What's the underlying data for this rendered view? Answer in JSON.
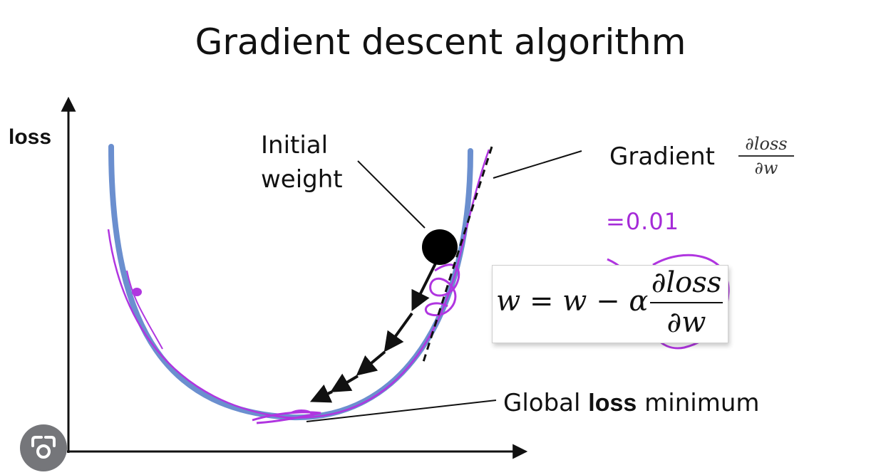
{
  "title": "Gradient descent algorithm",
  "axes": {
    "y_label": "loss"
  },
  "labels": {
    "initial_weight_line1": "Initial",
    "initial_weight_line2": "weight",
    "gradient": "Gradient",
    "global_min_prefix": "Global",
    "global_min_bold": "loss",
    "global_min_suffix": "minimum"
  },
  "gradient_fraction": {
    "numerator": "∂loss",
    "denominator": "∂w"
  },
  "update_rule": {
    "lhs": "w = w − α",
    "numerator": "∂loss",
    "denominator": "∂w"
  },
  "handwritten_note": "=0.01",
  "colors": {
    "curve": "#6b8fcf",
    "ink": "#a52bd8",
    "ball": "#000000",
    "text": "#111111"
  },
  "icons": {
    "lens": "google-lens-icon"
  }
}
